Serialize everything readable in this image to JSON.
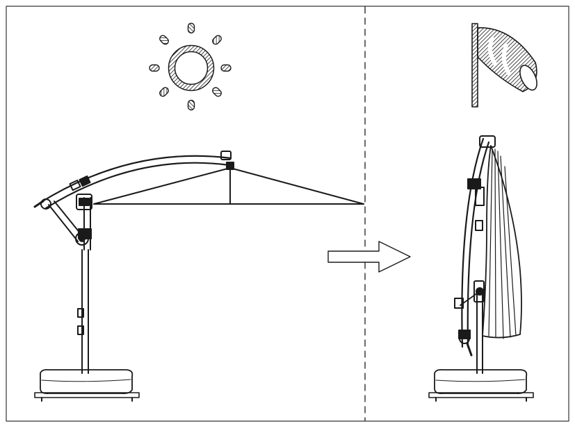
{
  "diagram": {
    "panels": [
      {
        "name": "left-panel",
        "condition": "sun-icon",
        "state": "umbrella-open"
      },
      {
        "name": "right-panel",
        "condition": "windsock-icon",
        "state": "umbrella-closed"
      }
    ],
    "transition": "arrow-right-icon",
    "colors": {
      "line": "#1a1a1a",
      "background": "#ffffff"
    }
  }
}
